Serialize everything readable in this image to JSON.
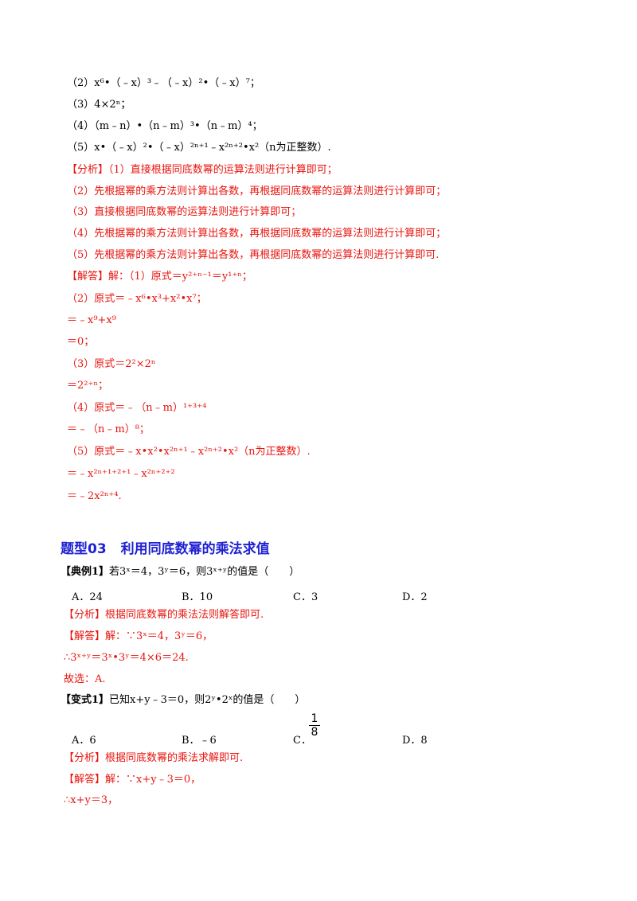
{
  "top_lines": [
    "（2）x⁶•（﹣x）³﹣（﹣x）²•（﹣x）⁷；",
    "（3）4×2ⁿ；",
    "（4）（m﹣n）•（n﹣m）³•（n﹣m）⁴；",
    "（5）x•（﹣x）²•（﹣x）²ⁿ⁺¹﹣x²ⁿ⁺²•x²（n为正整数）."
  ],
  "analysis_lines": [
    "【分析】（1）直接根据同底数幂的运算法则进行计算即可；",
    "（2）先根据幂的乘方法则计算出各数，再根据同底数幂的运算法则进行计算即可；",
    "（3）直接根据同底数幂的运算法则进行计算即可；",
    "（4）先根据幂的乘方法则计算出各数，再根据同底数幂的运算法则进行计算即可；",
    "（5）先根据幂的乘方法则计算出各数，再根据同底数幂的运算法则进行计算即可."
  ],
  "solution_lines": [
    "【解答】解：（1）原式＝y²⁺ⁿ⁻¹＝y¹⁺ⁿ；",
    "（2）原式＝﹣x⁶•x³+x²•x⁷；",
    "＝﹣x⁹+x⁹",
    "＝0；",
    "（3）原式＝2²×2ⁿ",
    "＝2²⁺ⁿ；",
    "（4）原式＝﹣（n﹣m）¹⁺³⁺⁴",
    "＝﹣（n﹣m）⁸；",
    "（5）原式＝﹣x•x²•x²ⁿ⁺¹﹣x²ⁿ⁺²•x²（n为正整数）.",
    "＝﹣x²ⁿ⁺¹⁺²⁺¹﹣x²ⁿ⁺²⁺²",
    "＝﹣2x²ⁿ⁺⁴."
  ],
  "section": {
    "label": "题型03",
    "title": "利用同底数幂的乘法求值"
  },
  "example1": {
    "tag": "【典例1】",
    "question": "若3ˣ＝4，3ʸ＝6，则3ˣ⁺ʸ的值是（　　）",
    "options": [
      "A．24",
      "B．10",
      "C．3",
      "D．2"
    ],
    "analysis": "【分析】根据同底数幂的乘法法则解答即可.",
    "solution": [
      "【解答】解：∵3ˣ＝4，3ʸ＝6，",
      "∴3ˣ⁺ʸ＝3ˣ•3ʸ＝4×6＝24.",
      "故选：A."
    ]
  },
  "variant1": {
    "tag": "【变式1】",
    "question": "已知x+y﹣3＝0，则2ʸ•2ˣ的值是（　　）",
    "options": [
      "A．6",
      "B．﹣6",
      "C．",
      "D．8"
    ],
    "option_c_fraction": {
      "numerator": "1",
      "denominator": "8"
    },
    "analysis": "【分析】根据同底数幂的乘法求解即可.",
    "solution": [
      "【解答】解：∵x+y﹣3＝0，",
      "∴x+y＝3，"
    ]
  }
}
